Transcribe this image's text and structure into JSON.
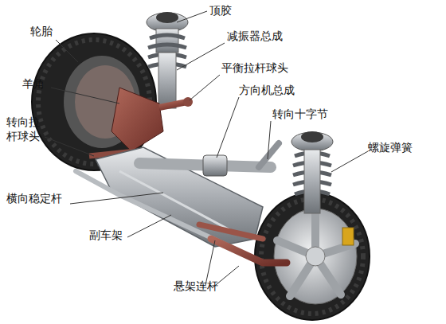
{
  "diagram": {
    "labels": [
      "顶胶",
      "轮胎",
      "减振器总成",
      "平衡拉杆球头",
      "羊角",
      "方向机总成",
      "转向十字节",
      "转向拉 杆球头",
      "螺旋弹簧",
      "横向稳定杆",
      "副车架",
      "悬架连杆"
    ]
  }
}
